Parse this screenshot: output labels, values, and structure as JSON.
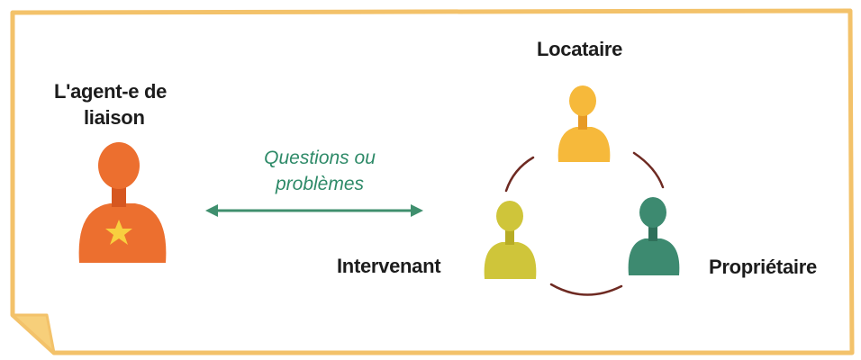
{
  "colors": {
    "frame_border": "#f3c26a",
    "paper": "#ffffff",
    "liaison_agent": "#ec6f2f",
    "tenant": "#f6b93b",
    "stakeholder": "#cfc53a",
    "owner": "#3d8a70",
    "cycle_stroke": "#6e2a22",
    "arrow": "#3f8f6e",
    "edge_text": "#2e8a68",
    "text": "#1c1c1c"
  },
  "nodes": {
    "liaison_agent": {
      "line1": "L'agent-e de",
      "line2": "liaison",
      "icon": "person-icon"
    },
    "tenant": {
      "label": "Locataire",
      "icon": "person-icon"
    },
    "stakeholder": {
      "label": "Intervenant",
      "icon": "person-icon"
    },
    "owner": {
      "label": "Propriétaire",
      "icon": "person-icon"
    }
  },
  "edge": {
    "line1": "Questions ou",
    "line2": "problèmes",
    "direction": "bidirectional"
  }
}
